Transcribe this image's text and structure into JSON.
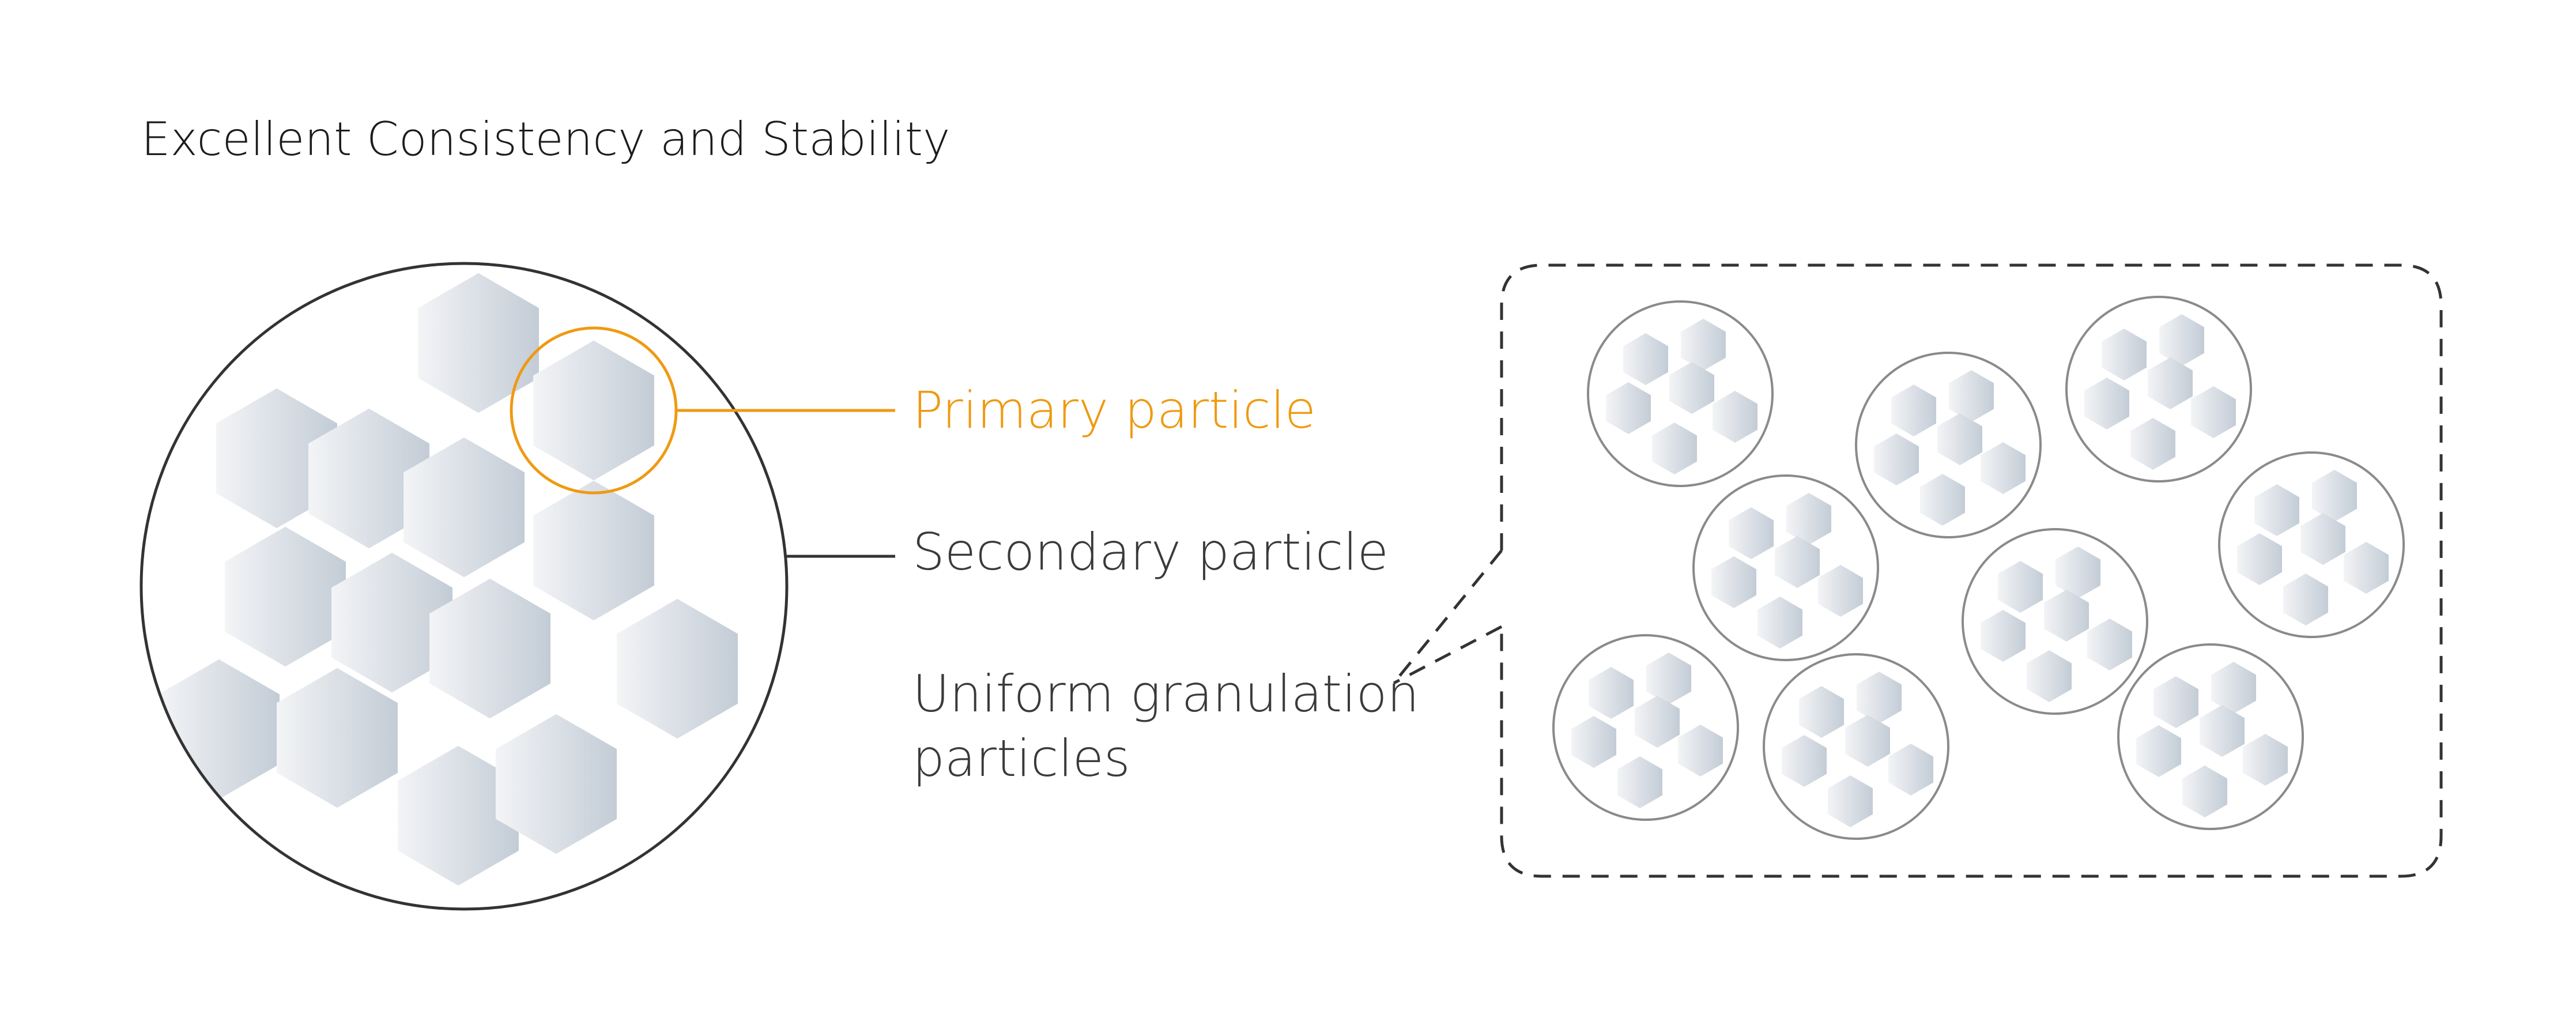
{
  "title": "Excellent Consistency and Stability",
  "labels": {
    "primary": "Primary particle",
    "secondary": "Secondary particle",
    "uniform_line1": "Uniform granulation",
    "uniform_line2": "particles"
  },
  "colors": {
    "primary_accent": "#ef9a12",
    "outline": "#333333",
    "hex_light": "#f3f4f6",
    "hex_dark": "#c3ccd6"
  }
}
